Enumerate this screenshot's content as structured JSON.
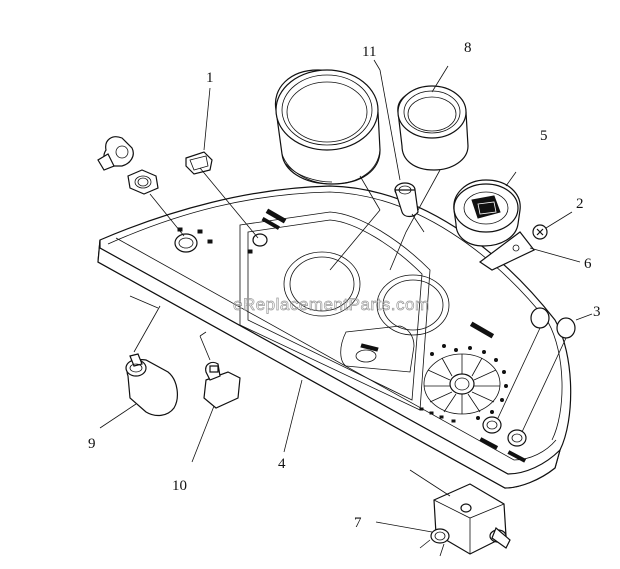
{
  "watermark": "eReplacementParts.com",
  "callouts": [
    {
      "id": "1",
      "text": "1"
    },
    {
      "id": "2",
      "text": "2"
    },
    {
      "id": "3",
      "text": "3"
    },
    {
      "id": "4",
      "text": "4"
    },
    {
      "id": "5",
      "text": "5"
    },
    {
      "id": "6",
      "text": "6"
    },
    {
      "id": "7",
      "text": "7"
    },
    {
      "id": "8",
      "text": "8"
    },
    {
      "id": "9",
      "text": "9"
    },
    {
      "id": "10",
      "text": "10"
    },
    {
      "id": "11",
      "text": "11"
    }
  ]
}
